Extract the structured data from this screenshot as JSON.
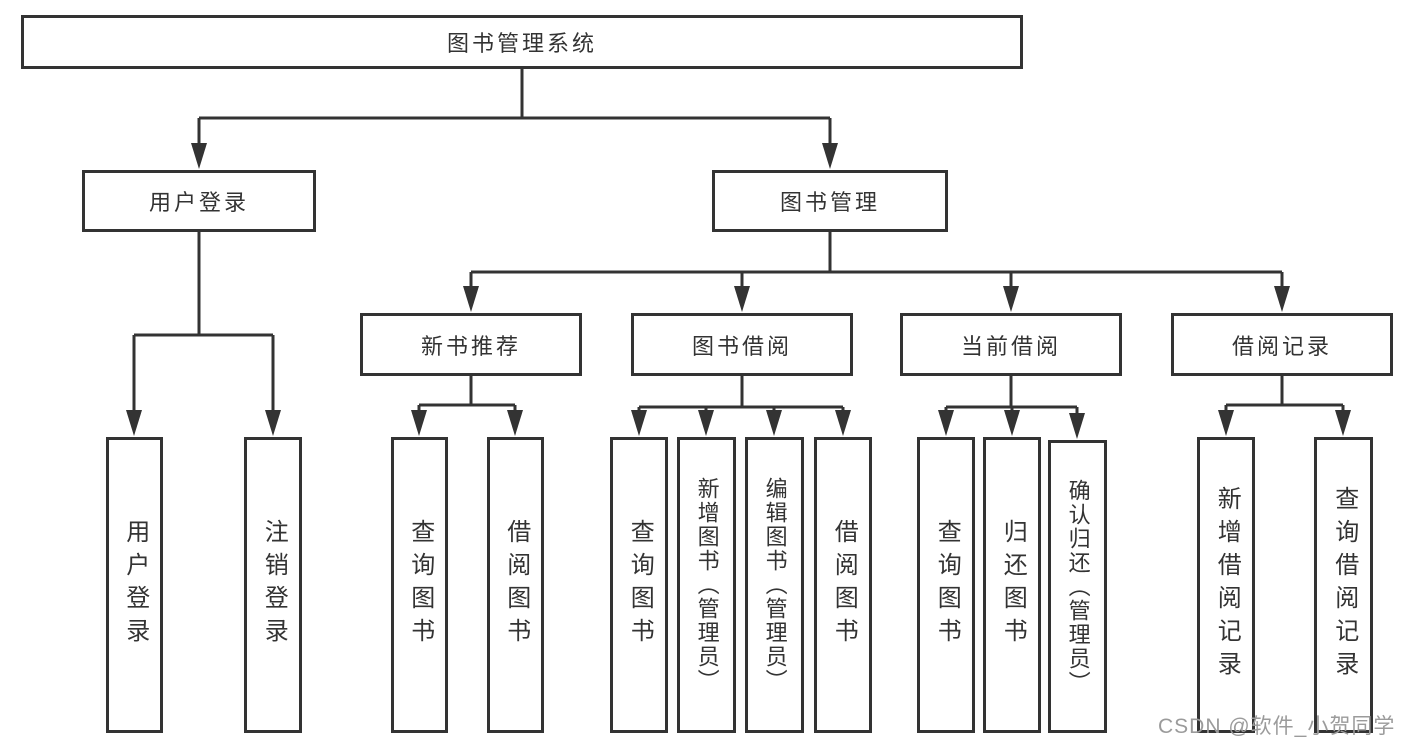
{
  "tree": {
    "root": {
      "label": "图书管理系统",
      "children": [
        {
          "label": "用户登录",
          "children": [
            {
              "label": "用户登录"
            },
            {
              "label": "注销登录"
            }
          ]
        },
        {
          "label": "图书管理",
          "children": [
            {
              "label": "新书推荐",
              "children": [
                {
                  "label": "查询图书"
                },
                {
                  "label": "借阅图书"
                }
              ]
            },
            {
              "label": "图书借阅",
              "children": [
                {
                  "label": "查询图书"
                },
                {
                  "label": "新增图书（管理员）"
                },
                {
                  "label": "编辑图书（管理员）"
                },
                {
                  "label": "借阅图书"
                }
              ]
            },
            {
              "label": "当前借阅",
              "children": [
                {
                  "label": "查询图书"
                },
                {
                  "label": "归还图书"
                },
                {
                  "label": "确认归还（管理员）"
                }
              ]
            },
            {
              "label": "借阅记录",
              "children": [
                {
                  "label": "新增借阅记录"
                },
                {
                  "label": "查询借阅记录"
                }
              ]
            }
          ]
        }
      ]
    }
  },
  "watermark": "CSDN @软件_小贺同学",
  "colors": {
    "line": "#333333",
    "box_border": "#333333",
    "text": "#333333",
    "background": "#ffffff",
    "watermark": "#9b9b9b"
  }
}
